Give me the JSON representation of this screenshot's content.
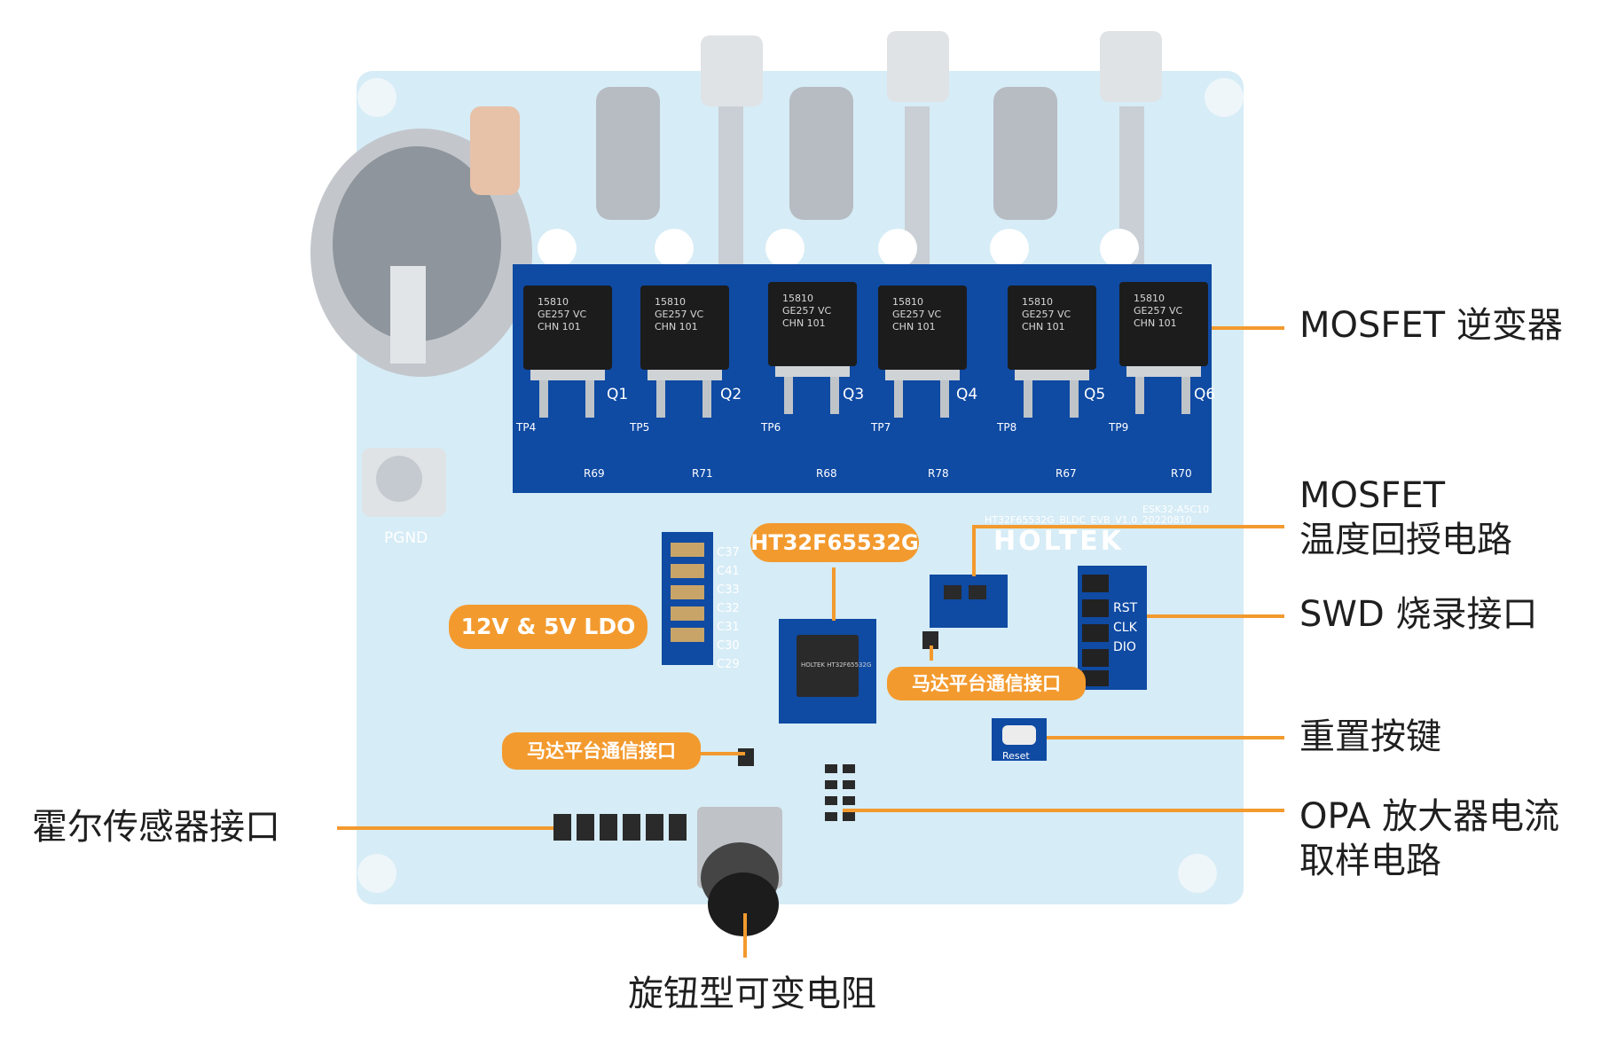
{
  "diagram": {
    "labels": {
      "mosfet_inverter": "MOSFET 逆变器",
      "mosfet_temp_line1": "MOSFET",
      "mosfet_temp_line2": "温度回授电路",
      "swd": "SWD 烧录接口",
      "reset": "重置按键",
      "opa_line1": "OPA 放大器电流",
      "opa_line2": "取样电路",
      "hall": "霍尔传感器接口",
      "knob": "旋钮型可变电阻"
    },
    "callouts": {
      "mcu": "HT32F65532G",
      "ldo": "12V & 5V LDO",
      "motor_comm_right": "马达平台通信接口",
      "motor_comm_left": "马达平台通信接口"
    },
    "board_text": {
      "pgnd": "PGND",
      "brand": "HOLTEK",
      "board_id": "ESK32-A5C10",
      "board_rev": "HT32F65532G_BLDC_EVB_V1.0_20220810",
      "reset_silk": "Reset",
      "chip_mark": "HOLTEK HT32F65532G",
      "mosfet_lines": [
        "15810",
        "GE257 VC",
        "CHN 101"
      ],
      "q_labels": [
        "Q1",
        "Q2",
        "Q3",
        "Q4",
        "Q5",
        "Q6"
      ],
      "tp_labels": [
        "TP4",
        "TP5",
        "TP6",
        "TP7",
        "TP8",
        "TP9"
      ],
      "r_labels": [
        "R69",
        "R71",
        "R68",
        "R78",
        "R67",
        "R70"
      ],
      "swd_pins": [
        "RST",
        "CLK",
        "DIO"
      ],
      "cap_labels": [
        "C37",
        "C41",
        "C33",
        "C32",
        "C31",
        "C30",
        "C29"
      ]
    },
    "colors": {
      "accent": "#f39a2e",
      "board": "#d6ecf6",
      "mosfet_panel": "#0f4aa3",
      "text": "#1f1f1f"
    }
  }
}
